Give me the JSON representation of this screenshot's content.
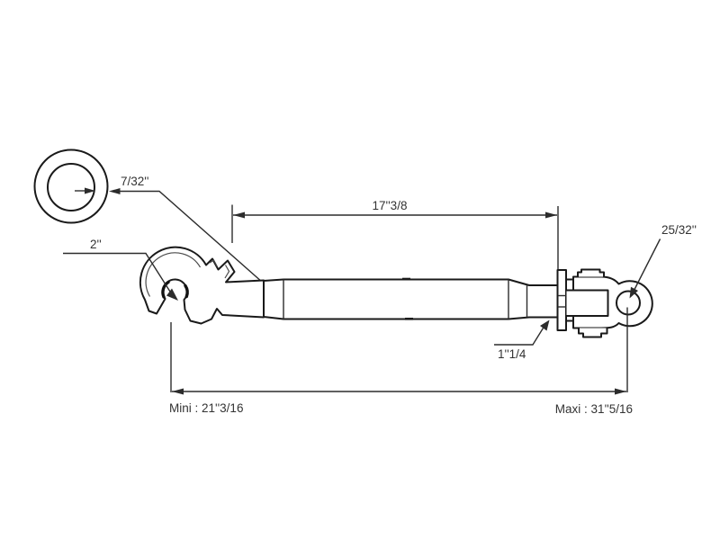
{
  "drawing": {
    "type": "technical-line-drawing",
    "subject": "top link assembly - hook end, turnbuckle tube and ball yoke end with dimensions",
    "labels": {
      "detail_bore": "7/32''",
      "hook_opening": "2''",
      "body_length": "17''3/8",
      "thread_diameter": "1''1/4",
      "eye_bore": "25/32''",
      "length_min": "Mini : 21''3/16",
      "length_max": "Maxi : 31''5/16"
    },
    "colors": {
      "line": "#1a1a1a",
      "dimension": "#2c2c2c",
      "text": "#333333",
      "background": "#ffffff"
    }
  }
}
